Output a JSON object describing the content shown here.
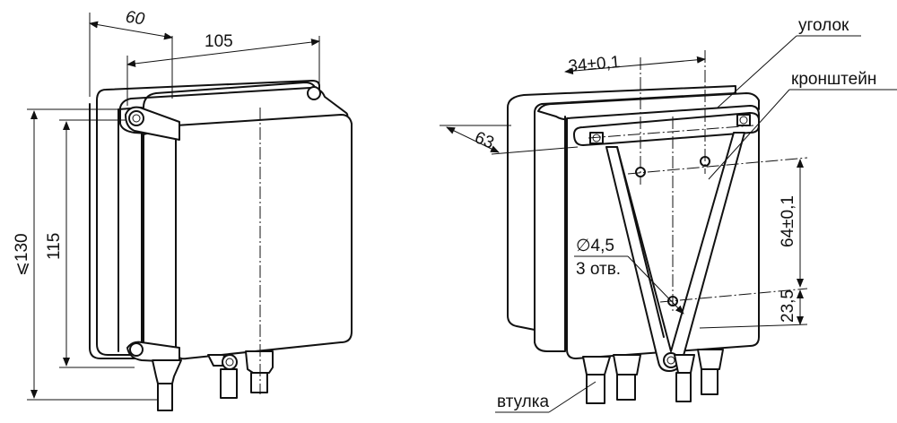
{
  "left_view": {
    "dim_depth": "60",
    "dim_width": "105",
    "dim_height_total": "⩽130",
    "dim_height_body": "115"
  },
  "right_view": {
    "dim_depth": "63",
    "dim_hole_spacing": "34±0,1",
    "dim_vertical": "64±0,1",
    "dim_bottom": "23,5",
    "hole_dia": "∅4,5",
    "hole_count": "3 отв.",
    "label_corner": "уголок",
    "label_bracket": "кронштейн",
    "label_bushing": "втулка"
  }
}
